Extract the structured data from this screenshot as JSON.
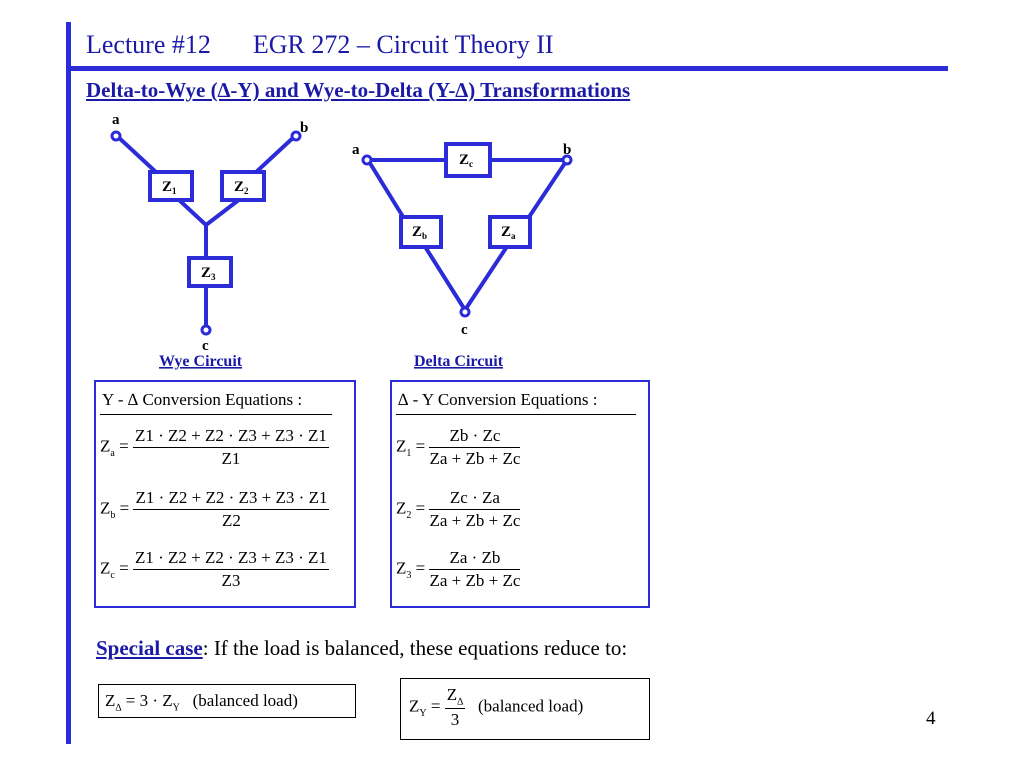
{
  "header": {
    "lecture": "Lecture #12",
    "course": "EGR 272 – Circuit Theory II"
  },
  "subtitle": "Delta-to-Wye (∆-Y) and Wye-to-Delta (Y-∆) Transformations",
  "wye": {
    "caption": "Wye Circuit",
    "node_a": "a",
    "node_b": "b",
    "node_c": "c",
    "z1": "Z",
    "z1_sub": "1",
    "z2": "Z",
    "z2_sub": "2",
    "z3": "Z",
    "z3_sub": "3"
  },
  "delta": {
    "caption": "Delta Circuit",
    "node_a": "a",
    "node_b": "b",
    "node_c": "c",
    "za": "Z",
    "za_sub": "a",
    "zb": "Z",
    "zb_sub": "b",
    "zc": "Z",
    "zc_sub": "c"
  },
  "y_to_delta": {
    "heading": "Y - ∆ Conversion Equations :",
    "rows": [
      {
        "lhs": "Z",
        "lhs_sub": "a",
        "num": "Z1 · Z2 + Z2 · Z3 + Z3 · Z1",
        "den": "Z1"
      },
      {
        "lhs": "Z",
        "lhs_sub": "b",
        "num": "Z1 · Z2 + Z2 · Z3 + Z3 · Z1",
        "den": "Z2"
      },
      {
        "lhs": "Z",
        "lhs_sub": "c",
        "num": "Z1 · Z2 + Z2 · Z3 + Z3 · Z1",
        "den": "Z3"
      }
    ]
  },
  "delta_to_y": {
    "heading": "∆ - Y Conversion Equations :",
    "rows": [
      {
        "lhs": "Z",
        "lhs_sub": "1",
        "num": "Zb · Zc",
        "den": "Za + Zb + Zc"
      },
      {
        "lhs": "Z",
        "lhs_sub": "2",
        "num": "Zc · Za",
        "den": "Za + Zb + Zc"
      },
      {
        "lhs": "Z",
        "lhs_sub": "3",
        "num": "Za · Zb",
        "den": "Za + Zb + Zc"
      }
    ]
  },
  "special_case": {
    "label": "Special case",
    "text": ":  If the load is balanced, these equations reduce to:"
  },
  "balanced_1": {
    "lhs": "Z",
    "lhs_sub": "∆",
    "rhs_prefix": "3 · Z",
    "rhs_sub": "Y",
    "note": "(balanced load)"
  },
  "balanced_2": {
    "lhs": "Z",
    "lhs_sub": "Y",
    "num": "Z",
    "num_sub": "∆",
    "den": "3",
    "note": "(balanced load)"
  },
  "page_number": "4",
  "colors": {
    "accent": "#2b2bd8",
    "title": "#1a1aa6"
  }
}
